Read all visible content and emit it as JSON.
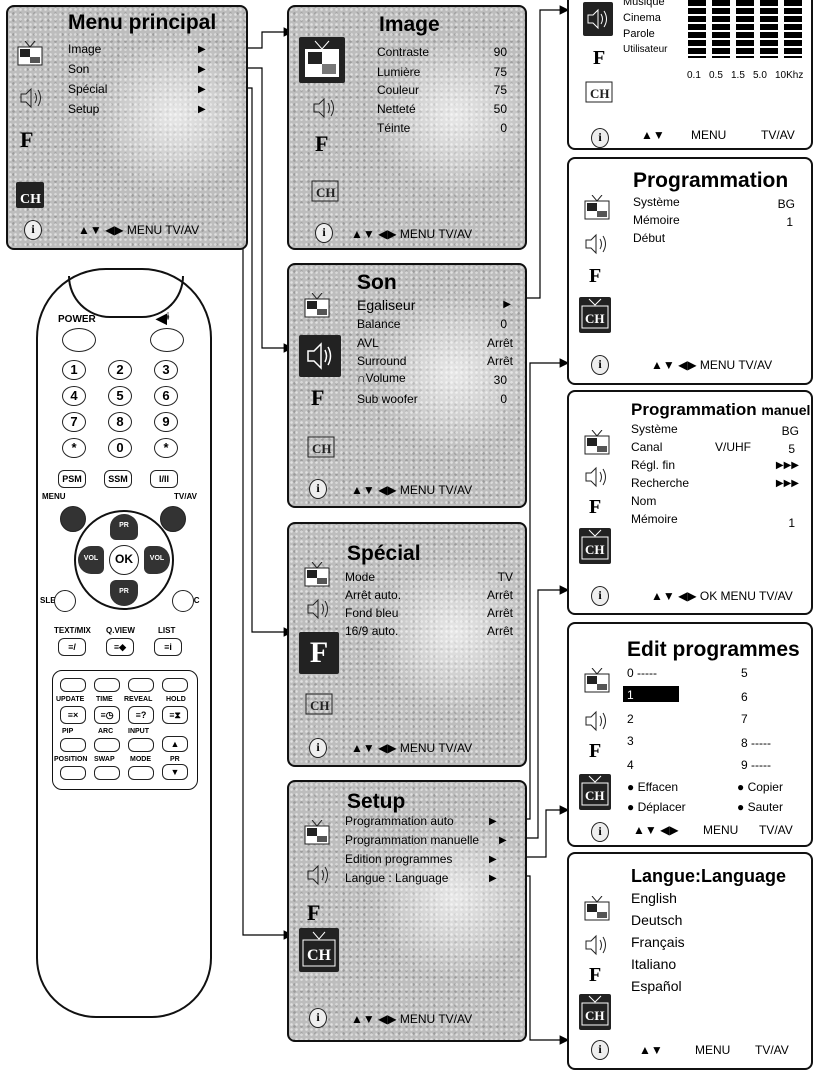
{
  "main": {
    "title": "Menu principal",
    "items": [
      "Image",
      "Son",
      "Spécial",
      "Setup"
    ],
    "footer": "▲▼ ◀▶ MENU TV/AV"
  },
  "image": {
    "title": "Image",
    "rows": [
      {
        "label": "Contraste",
        "value": "90"
      },
      {
        "label": "Lumière",
        "value": "75"
      },
      {
        "label": "Couleur",
        "value": "75"
      },
      {
        "label": "Netteté",
        "value": "50"
      },
      {
        "label": "Téinte",
        "value": "0"
      }
    ],
    "footer": "▲▼ ◀▶ MENU TV/AV"
  },
  "son": {
    "title": "Son",
    "rows": [
      {
        "label": "Egaliseur",
        "value": "▶"
      },
      {
        "label": "Balance",
        "value": "0"
      },
      {
        "label": "AVL",
        "value": "Arrêt"
      },
      {
        "label": "Surround",
        "value": "Arrêt"
      },
      {
        "label": "Volume",
        "value": "30"
      },
      {
        "label": "Sub woofer",
        "value": "0"
      }
    ],
    "footer": "▲▼ ◀▶ MENU TV/AV"
  },
  "special": {
    "title": "Spécial",
    "rows": [
      {
        "label": "Mode",
        "value": "TV"
      },
      {
        "label": "Arrêt auto.",
        "value": "Arrêt"
      },
      {
        "label": "Fond bleu",
        "value": "Arrêt"
      },
      {
        "label": "16/9 auto.",
        "value": "Arrêt"
      }
    ],
    "footer": "▲▼ ◀▶ MENU TV/AV"
  },
  "setup": {
    "title": "Setup",
    "rows": [
      "Programmation auto",
      "Programmation manuelle",
      "Edition programmes",
      "Langue : Language"
    ],
    "footer": "▲▼ ◀▶ MENU TV/AV"
  },
  "equalizer": {
    "presets": [
      "Musique",
      "Cinema",
      "Parole",
      "Utilisateur"
    ],
    "bands": [
      "0.1",
      "0.5",
      "1.5",
      "5.0",
      "10Khz"
    ],
    "footer_nav": "▲▼",
    "footer_menu": "MENU",
    "footer_tvav": "TV/AV"
  },
  "programmation": {
    "title": "Programmation",
    "rows": [
      {
        "label": "Système",
        "value": "BG"
      },
      {
        "label": "Mémoire",
        "value": "1"
      },
      {
        "label": "Début",
        "value": ""
      }
    ],
    "footer": "▲▼ ◀▶ MENU TV/AV"
  },
  "prog_manuelle": {
    "title": "Programmation",
    "title_suffix": "manuelle",
    "rows": [
      {
        "label": "Système",
        "mid": "",
        "value": "BG"
      },
      {
        "label": "Canal",
        "mid": "V/UHF",
        "value": "5"
      },
      {
        "label": "Régl. fin",
        "mid": "",
        "value": "▶▶▶"
      },
      {
        "label": "Recherche",
        "mid": "",
        "value": "▶▶▶"
      },
      {
        "label": "Nom",
        "mid": "",
        "value": ""
      },
      {
        "label": "Mémoire",
        "mid": "",
        "value": "1"
      }
    ],
    "footer": "▲▼ ◀▶ OK MENU TV/AV"
  },
  "edit": {
    "title": "Edit programmes",
    "left": [
      "0 -----",
      "1",
      "2",
      "3",
      "4"
    ],
    "right": [
      "5",
      "6",
      "7",
      "8 -----",
      "9 -----"
    ],
    "actions": [
      "Effacen",
      "Copier",
      "Déplacer",
      "Sauter"
    ],
    "footer_nav": "▲▼ ◀▶",
    "footer_menu": "MENU",
    "footer_tvav": "TV/AV"
  },
  "langue": {
    "title": "Langue:Language",
    "items": [
      "English",
      "Deutsch",
      "Français",
      "Italiano",
      "Español"
    ],
    "footer_nav": "▲▼",
    "footer_menu": "MENU",
    "footer_tvav": "TV/AV"
  },
  "remote": {
    "power": "POWER",
    "mute_icon": "mute-icon",
    "digits": [
      "1",
      "2",
      "3",
      "4",
      "5",
      "6",
      "7",
      "8",
      "9",
      "*",
      "0",
      "*"
    ],
    "row_btns": [
      "PSM",
      "SSM",
      "I/II"
    ],
    "menu": "MENU",
    "tvav": "TV/AV",
    "pr_up": "PR",
    "pr_down": "PR",
    "vol_l": "VOL",
    "vol_r": "VOL",
    "ok": "OK",
    "sleep": "SLEEP",
    "tvpc": "TV/PC",
    "text_labels": [
      "TEXT/MIX",
      "Q.VIEW",
      "LIST"
    ],
    "teletext_labels": [
      "UPDATE",
      "TIME",
      "REVEAL",
      "HOLD"
    ],
    "bottom_labels": [
      "PIP",
      "ARC",
      "INPUT"
    ],
    "bottom_labels2": [
      "POSITION",
      "SWAP",
      "MODE",
      "PR"
    ]
  },
  "colors": {
    "panel_dark": "#222222",
    "panel_grey": "#bdbdbd"
  }
}
